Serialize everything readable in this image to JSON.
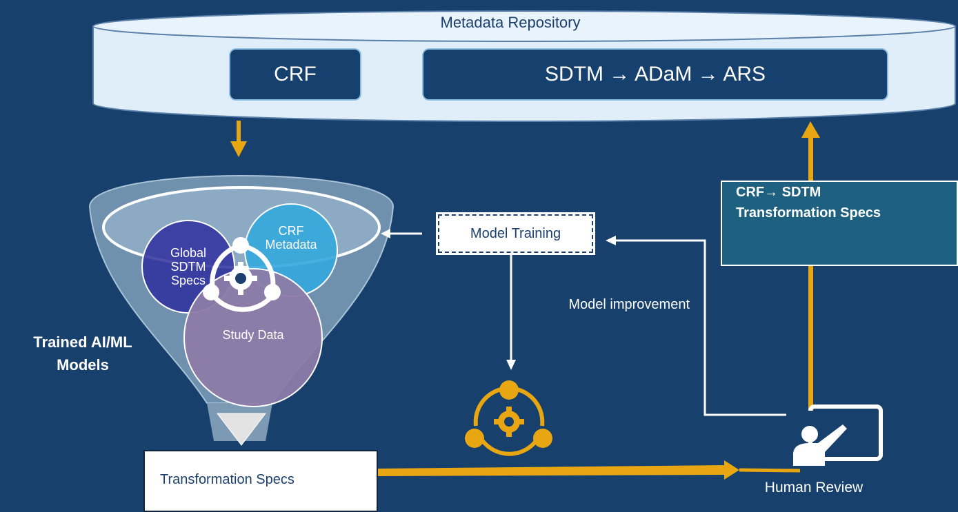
{
  "repository": {
    "title": "Metadata Repository",
    "crf_label": "CRF",
    "chain_label": "SDTM → ADaM → ARS"
  },
  "funnel": {
    "circles": [
      {
        "label": "Global SDTM Specs",
        "color": "#2e2f9e"
      },
      {
        "label": "CRF Metadata",
        "color": "#34a7dd"
      },
      {
        "label": "Study Data",
        "color": "#8c7ba8"
      }
    ],
    "side_label": "Trained AI/ML Models"
  },
  "model_training": {
    "label": "Model Training"
  },
  "model_improvement": {
    "label": "Model improvement"
  },
  "crf_sdtm_specs": {
    "line1": "CRF→ SDTM",
    "line2": "Transformation Specs"
  },
  "transformation_specs": {
    "label": "Transformation Specs"
  },
  "human_review": {
    "label": "Human Review"
  },
  "colors": {
    "background": "#17406d",
    "accent_arrow": "#e8a712",
    "repository_fill": "#dfeef9",
    "box_fill": "#16406e"
  },
  "icons": [
    "gear-network-icon",
    "presenter-board-icon",
    "funnel-icon"
  ]
}
